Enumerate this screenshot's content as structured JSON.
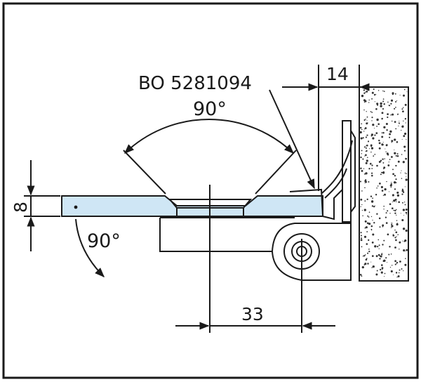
{
  "part_number": "BO 5281094",
  "dim_top": "14",
  "dim_bottom": "33",
  "dim_left": "8",
  "angle_top": "90°",
  "angle_left": "90°",
  "colors": {
    "glass": "#cfe6f5",
    "line": "#1a1a1a",
    "wall_speckle": "#333333"
  }
}
